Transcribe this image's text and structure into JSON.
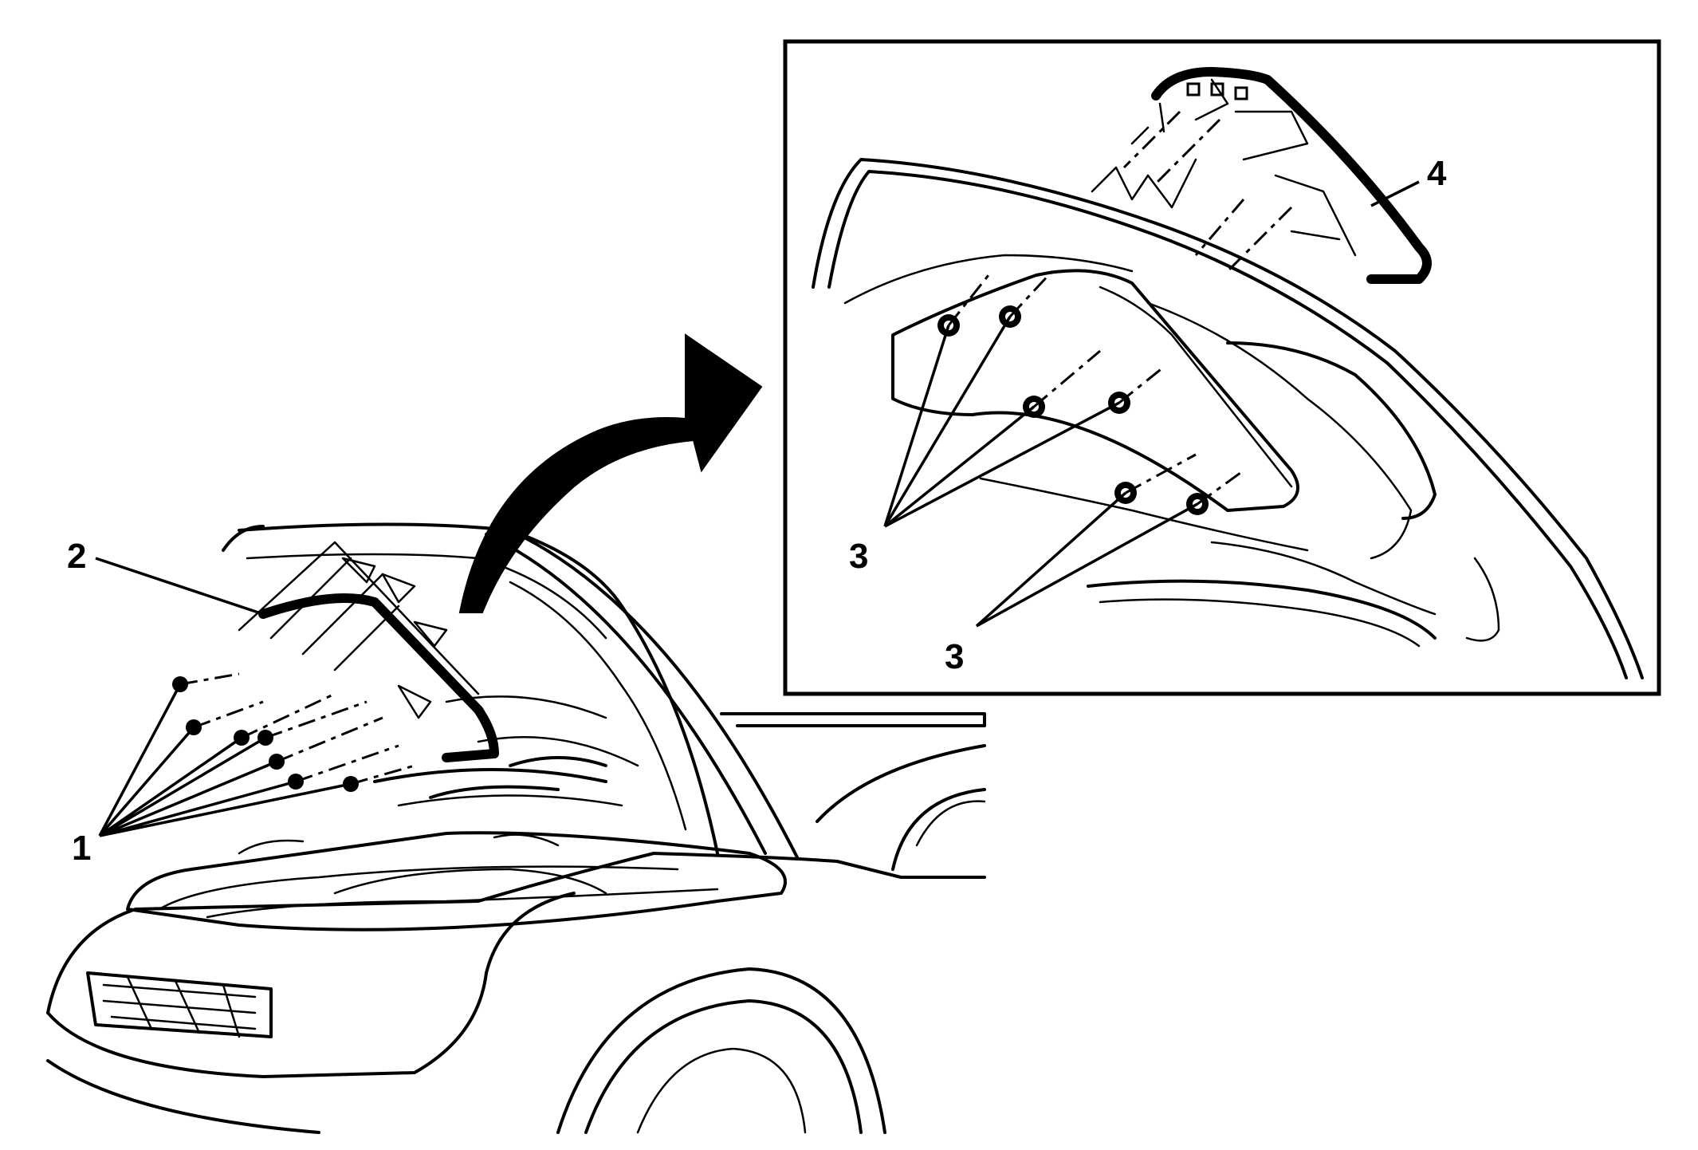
{
  "callouts": {
    "c1": "1",
    "c2": "2",
    "c3a": "3",
    "c3b": "3",
    "c4": "4"
  },
  "icons": {
    "arrow": "curved-arrow-icon"
  },
  "colors": {
    "line": "#000000",
    "background": "#ffffff"
  }
}
